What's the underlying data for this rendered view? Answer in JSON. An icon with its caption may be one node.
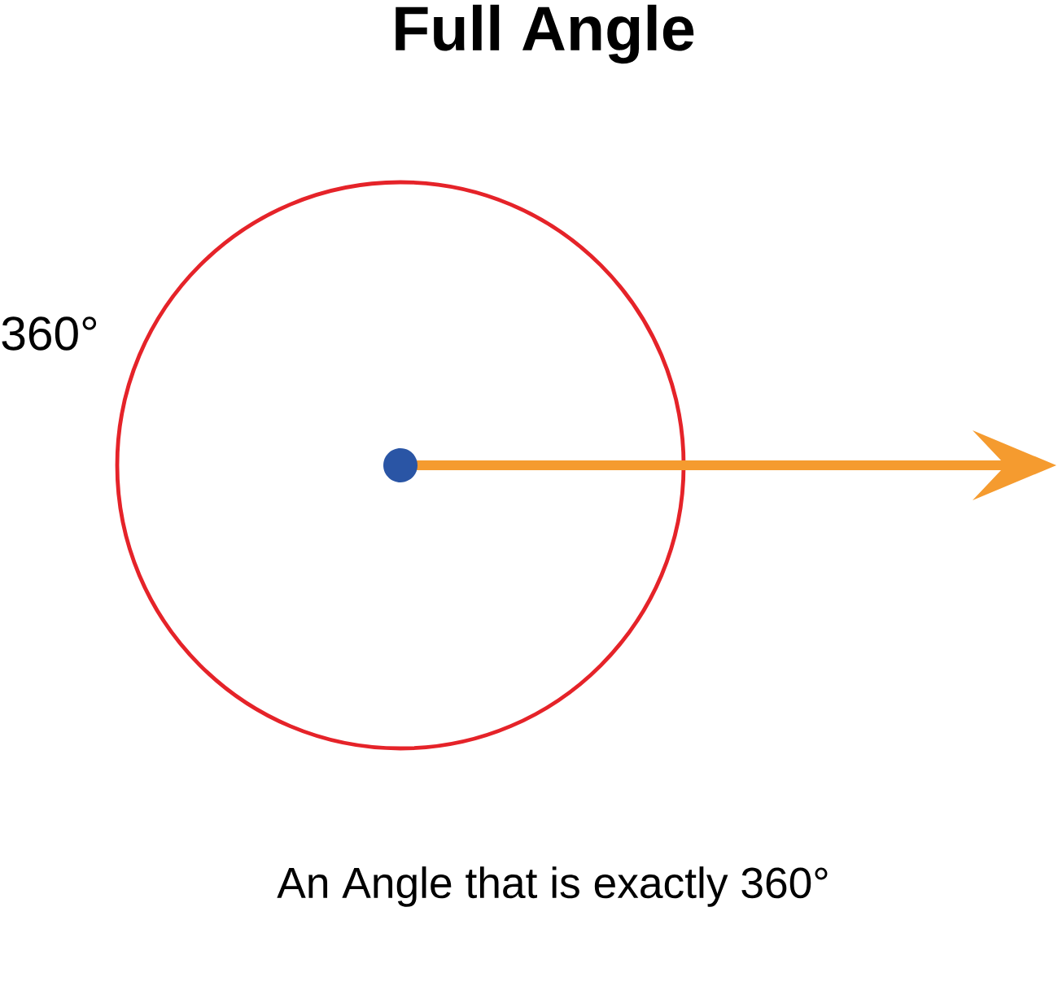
{
  "diagram": {
    "title": "Full Angle",
    "caption": "An Angle that is exactly 360°",
    "labels": [
      "360°"
    ]
  }
}
